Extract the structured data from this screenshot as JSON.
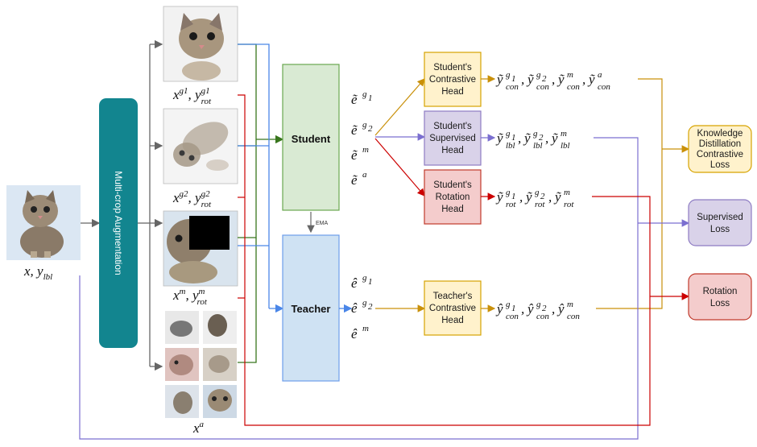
{
  "colors": {
    "augment_fill": "#12858f",
    "student_fill": "#d9ead3",
    "student_stroke": "#6aa84f",
    "teacher_fill": "#cfe2f3",
    "teacher_stroke": "#6d9eeb",
    "contrastive_fill": "#fff2cc",
    "contrastive_stroke": "#d6a300",
    "supervised_fill": "#d9d2e9",
    "supervised_stroke": "#8e7cc3",
    "rotation_fill": "#f4cccc",
    "rotation_stroke": "#c0392b",
    "line_green": "#38761d",
    "line_blue": "#4a86e8",
    "line_red": "#cc0000",
    "line_orange": "#c9900a",
    "line_purple": "#7b6fd0",
    "line_gray": "#666666"
  },
  "input": {
    "image_icon": "kitten-photo-icon",
    "var": "x",
    "label_sub": "lbl"
  },
  "augmentation": {
    "label": "Multi-crop Augmentation"
  },
  "crops": {
    "global1": {
      "image_icon": "kitten-face-crop-icon",
      "x_sup": "g",
      "x_subsup": "1",
      "y_sub": "rot",
      "y_sup": "g",
      "y_subsup": "1"
    },
    "global2": {
      "image_icon": "kitten-rotated-blurred-icon",
      "x_sup": "g",
      "x_subsup": "2",
      "y_sub": "rot",
      "y_sup": "g",
      "y_subsup": "2"
    },
    "masked": {
      "image_icon": "kitten-masked-icon",
      "x_sup": "m",
      "y_sub": "rot",
      "y_sup": "m"
    },
    "local": {
      "image_icon": "kitten-local-crops-icon",
      "x_sup": "a"
    }
  },
  "student": {
    "label": "Student",
    "embeddings": [
      "g1",
      "g2",
      "m",
      "a"
    ]
  },
  "teacher": {
    "label": "Teacher",
    "embeddings": [
      "g1",
      "g2",
      "m"
    ]
  },
  "ema": {
    "label": "EMA"
  },
  "heads": {
    "student_contrastive": {
      "lines": [
        "Student's",
        "Contrastive",
        "Head"
      ]
    },
    "student_supervised": {
      "lines": [
        "Student's",
        "Supervised",
        "Head"
      ]
    },
    "student_rotation": {
      "lines": [
        "Student's",
        "Rotation",
        "Head"
      ]
    },
    "teacher_contrastive": {
      "lines": [
        "Teacher's",
        "Contrastive",
        "Head"
      ]
    }
  },
  "outputs": {
    "student_con": {
      "sub": "con",
      "sups": [
        "g1",
        "g2",
        "m",
        "a"
      ]
    },
    "student_lbl": {
      "sub": "lbl",
      "sups": [
        "g1",
        "g2",
        "m"
      ]
    },
    "student_rot": {
      "sub": "rot",
      "sups": [
        "g1",
        "g2",
        "m"
      ]
    },
    "teacher_con": {
      "sub": "con",
      "sups": [
        "g1",
        "g2",
        "m"
      ]
    }
  },
  "losses": {
    "kd": {
      "lines": [
        "Knowledge",
        "Distillation",
        "Contrastive",
        "Loss"
      ]
    },
    "supervised": {
      "lines": [
        "Supervised",
        "Loss"
      ]
    },
    "rotation": {
      "lines": [
        "Rotation",
        "Loss"
      ]
    }
  }
}
